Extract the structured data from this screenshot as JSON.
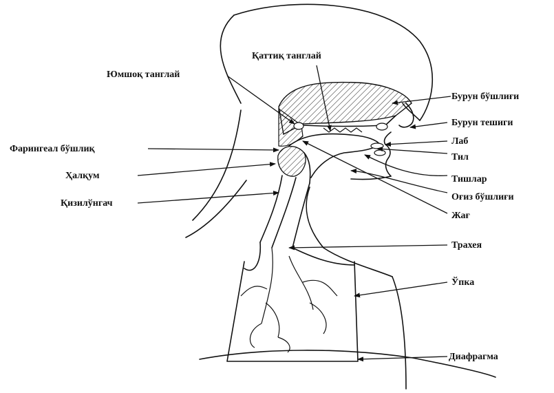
{
  "labels": {
    "hard_palate": "Қаттиқ танглай",
    "soft_palate": "Юмшоқ танглай",
    "nasal_cavity": "Бурун бўшлиғи",
    "nostril": "Бурун тешиги",
    "lip": "Лаб",
    "tongue": "Тил",
    "teeth": "Тишлар",
    "oral_cavity": "Оғиз бўшлиғи",
    "jaw": "Жағ",
    "pharyngeal_cavity": "Фарингеал бўшлиқ",
    "larynx": "Ҳалқум",
    "esophagus": "Қизилўнгач",
    "trachea": "Трахея",
    "lung": "Ўпка",
    "diaphragm": "Диафрагма"
  },
  "colors": {
    "ink": "#111111",
    "background": "#ffffff"
  }
}
